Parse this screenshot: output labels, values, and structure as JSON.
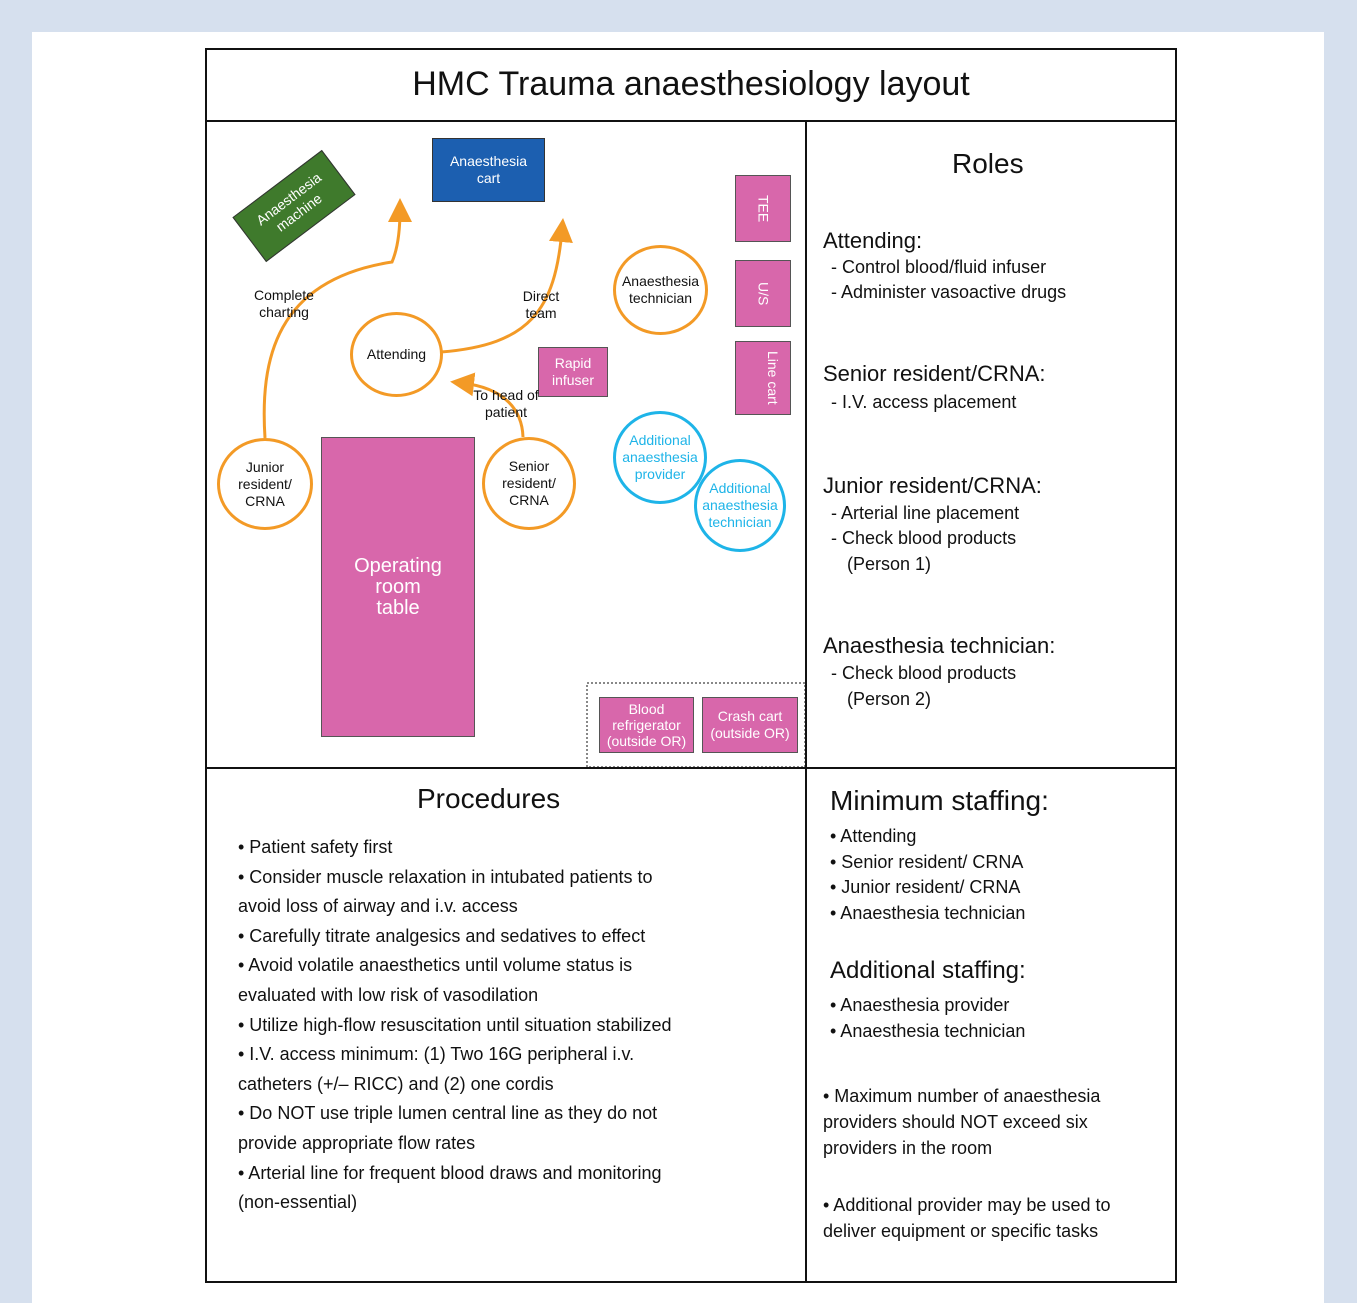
{
  "title": "HMC Trauma anaesthesiology layout",
  "layout": {
    "anaesthesia_cart": "Anaesthesia cart",
    "anaesthesia_machine": "Anaesthesia machine",
    "tee": "TEE",
    "us": "U/S",
    "line_cart": "Line cart",
    "rapid_infuser": "Rapid infuser",
    "operating_table": "Operating room table",
    "blood_refrigerator": "Blood refrigerator (outside OR)",
    "crash_cart": "Crash cart (outside OR)",
    "attending": "Attending",
    "anaesthesia_technician": "Anaesthesia technician",
    "junior_resident": "Junior resident/ CRNA",
    "senior_resident": "Senior resident/ CRNA",
    "additional_provider": "Additional anaesthesia provider",
    "additional_technician": "Additional anaesthesia technician",
    "label_complete_charting": "Complete charting",
    "label_direct_team": "Direct team",
    "label_to_head": "To head of patient"
  },
  "roles": {
    "heading": "Roles",
    "attending": {
      "title": "Attending:",
      "items": [
        "- Control blood/fluid infuser",
        "- Administer vasoactive drugs"
      ]
    },
    "senior": {
      "title": "Senior resident/CRNA:",
      "items": [
        "- I.V. access placement"
      ]
    },
    "junior": {
      "title": "Junior resident/CRNA:",
      "items": [
        "- Arterial line placement",
        "- Check blood products",
        "(Person 1)"
      ]
    },
    "technician": {
      "title": "Anaesthesia technician:",
      "items": [
        "- Check blood products",
        "(Person 2)"
      ]
    }
  },
  "procedures": {
    "heading": "Procedures",
    "items": [
      "• Patient safety first",
      "• Consider muscle relaxation in intubated patients to avoid loss of airway and i.v. access",
      "• Carefully titrate analgesics and sedatives to effect",
      "• Avoid volatile anaesthetics until volume status is evaluated with low risk of vasodilation",
      "• Utilize high-flow resuscitation until situation stabilized",
      "• I.V. access minimum: (1) Two 16G peripheral i.v. catheters (+/– RICC) and (2) one cordis",
      "• Do NOT use triple lumen central line as they do not provide appropriate flow rates",
      "• Arterial line for frequent blood draws and monitoring (non-essential)"
    ]
  },
  "staffing": {
    "minimum_heading": "Minimum staffing:",
    "minimum_items": [
      "• Attending",
      "• Senior resident/ CRNA",
      "• Junior resident/ CRNA",
      "• Anaesthesia technician"
    ],
    "additional_heading": "Additional staffing:",
    "additional_items": [
      "• Anaesthesia provider",
      "• Anaesthesia technician"
    ],
    "note1": "• Maximum number of anaesthesia providers should NOT exceed six providers in the room",
    "note2": "• Additional provider may be used to deliver equipment or specific tasks"
  },
  "colors": {
    "equipment": "#d867ab",
    "cart": "#1c5fb0",
    "machine": "#3f7a2c",
    "core_staff": "#f39a26",
    "additional_staff": "#1eb4e8",
    "background": "#d6e0ee"
  }
}
